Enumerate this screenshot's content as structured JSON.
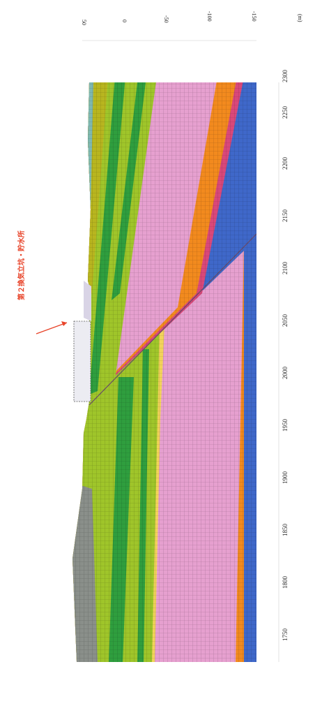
{
  "elevation_axis": {
    "ticks": [
      "50",
      "0",
      "-50",
      "-100",
      "-150"
    ],
    "unit": "(m)"
  },
  "distance_axis": {
    "ticks": [
      "1750",
      "1800",
      "1850",
      "1900",
      "1950",
      "2000",
      "2050",
      "2100",
      "2150",
      "2200",
      "2250",
      "2300"
    ]
  },
  "annotation": {
    "text": "第２換気立坑・貯水所",
    "color": "#e8442a"
  },
  "layer_colors": {
    "yellow_green": "#9fc52a",
    "green": "#2f9e3e",
    "olive": "#b8b51f",
    "yellow": "#f2d35a",
    "pink": "#e6a0cf",
    "orange": "#f28a1e",
    "magenta": "#d9487a",
    "blue": "#3f68c9",
    "gray_surface": "#8a8f8a",
    "structure": "#ececf2"
  }
}
